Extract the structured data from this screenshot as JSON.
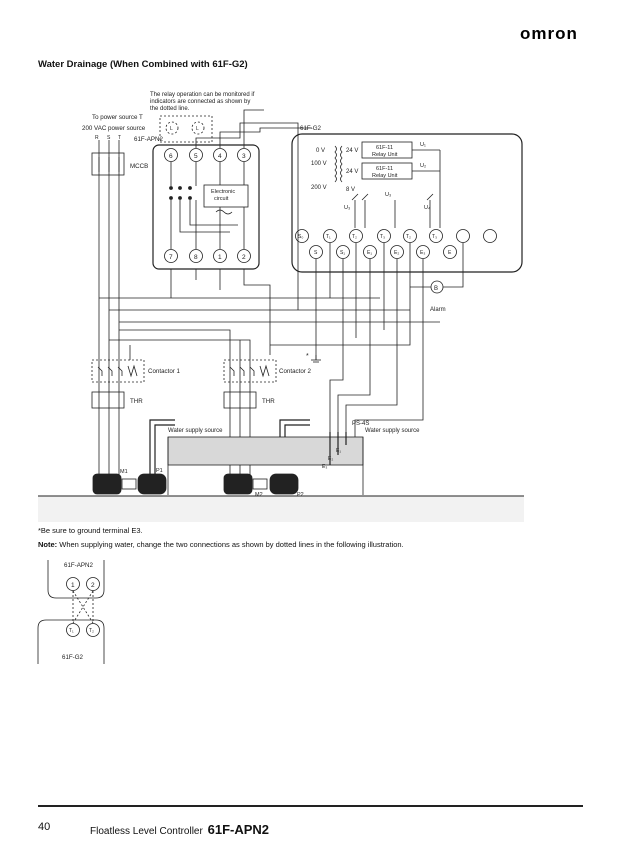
{
  "brand": "omron",
  "section_title": "Water Drainage (When Combined with 61F-G2)",
  "relay_note": [
    "The relay operation can be monitored if",
    "indicators are connected as shown by",
    "the dotted line."
  ],
  "power": {
    "line1": "To power source T",
    "line2": "200 VAC power source",
    "phases": [
      "R",
      "S",
      "T"
    ]
  },
  "labels": {
    "mccb": "MCCB",
    "apn2": "61F-APN2",
    "g2": "61F-G2",
    "electronic": [
      "Electronic",
      "circuit"
    ],
    "contactor1": "Contactor 1",
    "contactor2": "Contactor 2",
    "thr": "THR",
    "water_supply": "Water supply source",
    "ps4s": "PS-4S",
    "alarm": "Alarm",
    "m1": "M1",
    "p1": "P1",
    "m2": "M2",
    "p2": "P2",
    "ground_star": "*",
    "relay_unit": [
      "61F-11",
      "Relay Unit"
    ],
    "v0": "0 V",
    "v24": "24 V",
    "v100": "100 V",
    "v200": "200 V",
    "v8": "8 V",
    "b": "B",
    "u1": "U₁",
    "u2": "U₂",
    "u3": "U₃",
    "u4": "U₄",
    "l": "L",
    "e1": "E₁",
    "e2": "E₂",
    "e3": "E₃"
  },
  "apn2_top_terminals": [
    "6",
    "5",
    "4",
    "3"
  ],
  "apn2_bottom_terminals": [
    "7",
    "8",
    "1",
    "2"
  ],
  "g2_top_terminals": [
    "S₀",
    "T₁",
    "T₂",
    "T₃",
    "T₂",
    "T₃"
  ],
  "g2_bottom_terminals": [
    "S",
    "S₁",
    "E₁",
    "E₂",
    "E₃",
    "E"
  ],
  "footnote": "*Be sure to ground terminal E3.",
  "note_label": "Note:",
  "note_text": " When supplying water, change the two connections as shown by dotted lines in the following illustration.",
  "inset": {
    "top_label": "61F-APN2",
    "terminals_top": [
      "1",
      "2"
    ],
    "terminals_bottom": [
      "T₁",
      "T₂"
    ],
    "bottom_label": "61F-G2"
  },
  "footer": {
    "page": "40",
    "label": "Floatless Level Controller",
    "model": "61F-APN2"
  }
}
